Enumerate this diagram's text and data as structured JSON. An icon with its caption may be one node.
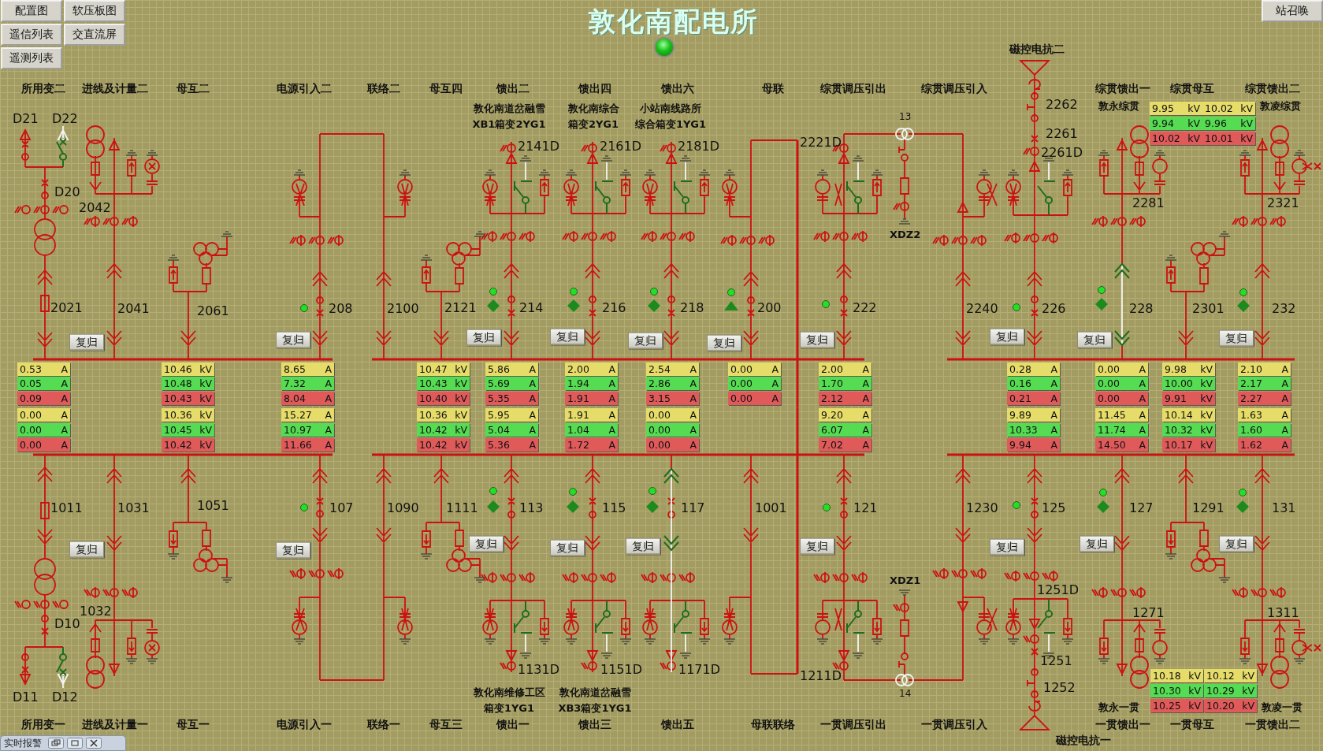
{
  "diagram": {
    "title": "敦化南配电所",
    "labels": [
      "配置图",
      "软压板图",
      "遥信列表",
      "交直流屏",
      "遥测列表",
      "站召唤",
      "磁控电抗二",
      "所用变二",
      "进线及计量二",
      "母互二",
      "电源引入二",
      "联络二",
      "母互四",
      "馈出二",
      "馈出四",
      "馈出六",
      "母联",
      "综贯调压引出",
      "综贯调压引入",
      "综贯馈出一",
      "综贯母互",
      "综贯馈出二",
      "敦化南道岔融雪",
      "XB1箱变2YG1",
      "敦化南综合",
      "箱变2YG1",
      "小站南线路所",
      "综合箱变1YG1",
      "敦永综贯",
      "9.95 kV",
      "10.02 kV",
      "敦凌综贯",
      "9.94 kV",
      "9.96 kV",
      "10.02 kV",
      "10.01 kV",
      "D21",
      "D22",
      "2262",
      "2261",
      "2261D",
      "13",
      "2141D",
      "2161D",
      "2181D",
      "2221D",
      "D20",
      "2042",
      "2281",
      "2321",
      "XDZ2",
      "2021",
      "2041",
      "2061",
      "208",
      "2100",
      "2121",
      "214",
      "216",
      "218",
      "200",
      "222",
      "2240",
      "226",
      "228",
      "2301",
      "232",
      "复归",
      "复归",
      "复归",
      "复归",
      "复归",
      "复归",
      "复归",
      "复归",
      "复归",
      "复归",
      "0.53 A",
      "10.46 kV",
      "8.65 A",
      "10.47 kV",
      "5.86 A",
      "2.00 A",
      "2.54 A",
      "0.00 A",
      "2.00 A",
      "0.28 A",
      "0.00 A",
      "9.98 kV",
      "2.10 A",
      "0.05 A",
      "10.48 kV",
      "7.32 A",
      "10.43 kV",
      "5.69 A",
      "1.94 A",
      "2.86 A",
      "0.00 A",
      "1.70 A",
      "0.16 A",
      "0.00 A",
      "10.00 kV",
      "2.17 A",
      "0.09 A",
      "10.43 kV",
      "8.04 A",
      "10.40 kV",
      "5.35 A",
      "1.91 A",
      "3.15 A",
      "0.00 A",
      "2.12 A",
      "0.21 A",
      "0.00 A",
      "9.91 kV",
      "2.27 A",
      "0.00 A",
      "10.36 kV",
      "15.27 A",
      "10.36 kV",
      "5.95 A",
      "1.91 A",
      "0.00 A",
      "9.20 A",
      "9.89 A",
      "11.45 A",
      "10.14 kV",
      "1.63 A",
      "0.00 A",
      "10.45 kV",
      "10.97 A",
      "10.42 kV",
      "5.04 A",
      "1.04 A",
      "0.00 A",
      "6.07 A",
      "10.33 A",
      "11.74 A",
      "10.32 kV",
      "1.60 A",
      "0.00 A",
      "10.42 kV",
      "11.66 A",
      "10.42 kV",
      "5.36 A",
      "1.72 A",
      "0.00 A",
      "7.02 A",
      "9.94 A",
      "14.50 A",
      "10.17 kV",
      "1.62 A",
      "1011",
      "1031",
      "1051",
      "107",
      "1090",
      "1111",
      "113",
      "115",
      "117",
      "1001",
      "121",
      "1230",
      "125",
      "127",
      "1291",
      "131",
      "复归",
      "复归",
      "复归",
      "复归",
      "复归",
      "复归",
      "复归",
      "复归",
      "复归",
      "1251D",
      "XDZ1",
      "1032",
      "1271",
      "1311",
      "D10",
      "1251",
      "1131D",
      "1151D",
      "1171D",
      "1211D",
      "1252",
      "14",
      "D11",
      "D12",
      "敦化南维修工区",
      "箱变1YG1",
      "敦化南道岔融雪",
      "XB3箱变1YG1",
      "敦永一贯",
      "敦凌一贯",
      "10.18 kV",
      "10.12 kV",
      "10.30 kV",
      "10.29 kV",
      "10.25 kV",
      "10.20 kV",
      "所用变一",
      "进线及计量一",
      "母互一",
      "电源引入一",
      "联络一",
      "母互三",
      "馈出一",
      "馈出三",
      "馈出五",
      "母联联络",
      "一贯调压引出",
      "一贯调压引入",
      "一贯馈出一",
      "一贯母互",
      "一贯馈出二",
      "实时报警",
      "磁控电抗一"
    ]
  }
}
